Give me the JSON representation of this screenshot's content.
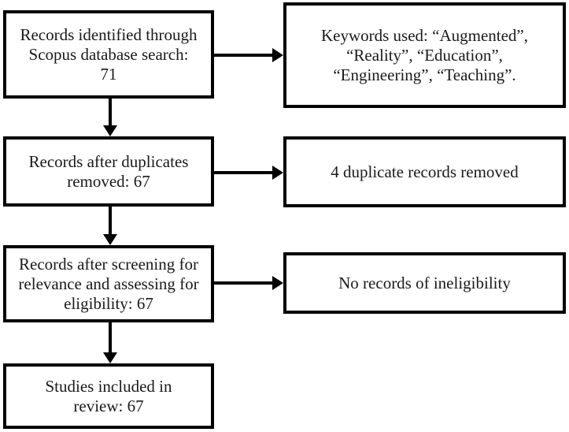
{
  "colors": {
    "box_border": "#000000",
    "box_fill": "#ffffff",
    "text": "#1a1a1a",
    "arrow": "#000000",
    "page_background": "#ffffff"
  },
  "flowchart": {
    "main_boxes": [
      {
        "label": "Records identified through\nScopus database search:\n71"
      },
      {
        "label": "Records after duplicates\nremoved: 67"
      },
      {
        "label": "Records after screening for\nrelevance and assessing for\neligibility: 67"
      },
      {
        "label": "Studies included in\nreview: 67"
      }
    ],
    "side_boxes": [
      {
        "label": "Keywords used: “Augmented”,\n“Reality”, “Education”,\n“Engineering”, “Teaching”."
      },
      {
        "label": "4 duplicate records removed"
      },
      {
        "label": "No records of ineligibility"
      }
    ]
  }
}
